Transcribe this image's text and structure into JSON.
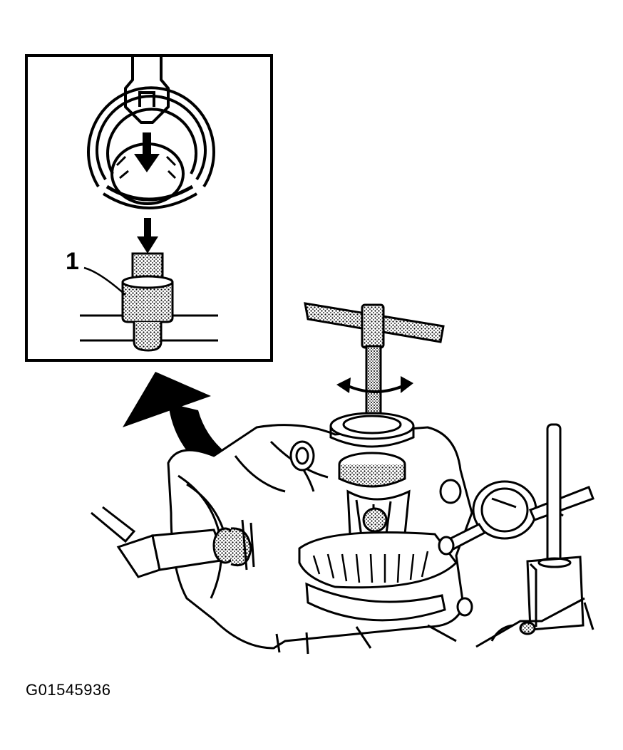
{
  "figure_id": "G01545936",
  "callouts": [
    {
      "label": "1",
      "target": "bearing-installer-tool"
    }
  ],
  "colors": {
    "ink": "#000000",
    "paper": "#ffffff",
    "stipple": "#555555"
  },
  "icons": [
    "down-arrow-icon",
    "rotation-arrow-icon",
    "curved-callout-arrow-icon"
  ]
}
